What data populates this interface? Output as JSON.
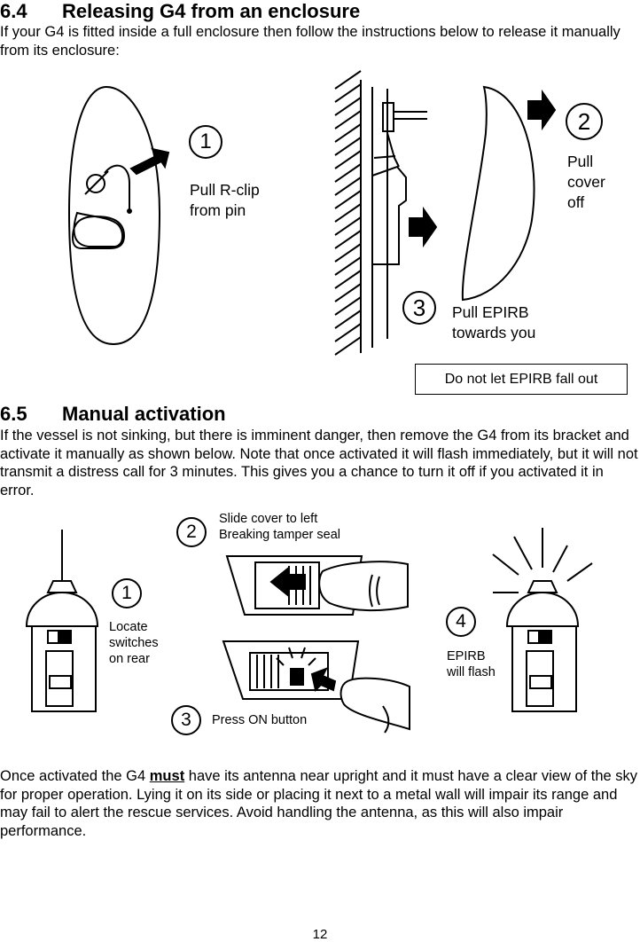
{
  "section_64": {
    "number": "6.4",
    "title": "Releasing G4 from an enclosure",
    "intro": "If your G4 is fitted inside a full enclosure then follow the instructions below to release it manually from its enclosure:"
  },
  "figure_release": {
    "step1": {
      "badge": "1",
      "label_line1": "Pull R-clip",
      "label_line2": "from pin"
    },
    "step2": {
      "badge": "2",
      "label_line1": "Pull",
      "label_line2": "cover",
      "label_line3": "off"
    },
    "step3": {
      "badge": "3",
      "label_line1": "Pull EPIRB",
      "label_line2": "towards you"
    },
    "warning": "Do not let EPIRB fall out"
  },
  "section_65": {
    "number": "6.5",
    "title": "Manual activation",
    "intro": "If the vessel is not sinking, but there is imminent danger, then remove the G4 from its bracket and activate it manually as shown below. Note that once activated it will flash immediately, but it will not transmit a distress call for 3 minutes. This gives you a chance to turn it off if you activated it in error."
  },
  "figure_activation": {
    "step1": {
      "badge": "1",
      "label_line1": "Locate",
      "label_line2": "switches",
      "label_line3": "on rear"
    },
    "step2": {
      "badge": "2",
      "label_line1": "Slide cover to left",
      "label_line2": "Breaking tamper seal"
    },
    "step3": {
      "badge": "3",
      "label": "Press ON button"
    },
    "step4": {
      "badge": "4",
      "label_line1": "EPIRB",
      "label_line2": "will flash"
    }
  },
  "closing": {
    "before_must": "Once activated the G4 ",
    "must": "must",
    "after_must": " have its antenna near upright and it must have a clear view of the sky for proper operation. Lying it on its side or placing it next to a metal wall will impair its range and may fail to alert the rescue services. Avoid handling the antenna, as this will also impair performance."
  },
  "page_number": "12"
}
